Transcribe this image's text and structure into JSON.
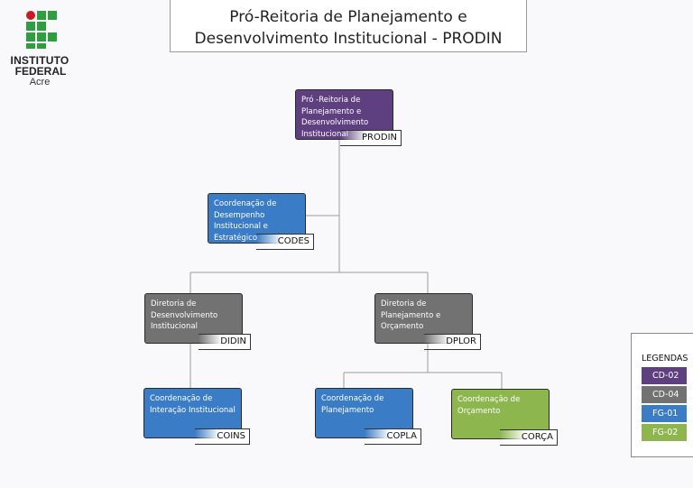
{
  "header": {
    "title_line1": "Pró-Reitoria de Planejamento e",
    "title_line2": "Desenvolvimento Institucional - PRODIN"
  },
  "logo": {
    "name_line1": "INSTITUTO",
    "name_line2": "FEDERAL",
    "campus": "Acre"
  },
  "nodes": {
    "prodin": {
      "name": "Pró -Reitoria de Planejamento e Desenvolvimento Institucional",
      "acronym": "PRODIN",
      "category": "CD-02"
    },
    "codes": {
      "name": "Coordenação de Desempenho Institucional e Estratégico",
      "acronym": "CODES",
      "category": "FG-01"
    },
    "didin": {
      "name": "Diretoria de Desenvolvimento Institucional",
      "acronym": "DIDIN",
      "category": "CD-04"
    },
    "dplor": {
      "name": "Diretoria de Planejamento e Orçamento",
      "acronym": "DPLOR",
      "category": "CD-04"
    },
    "coins": {
      "name": "Coordenação de Interação Institucional",
      "acronym": "COINS",
      "category": "FG-01"
    },
    "copla": {
      "name": "Coordenação de Planejamento",
      "acronym": "COPLA",
      "category": "FG-01"
    },
    "corca": {
      "name": "Coordenação de Orçamento",
      "acronym": "CORÇA",
      "category": "FG-02"
    }
  },
  "legend": {
    "title": "LEGENDAS",
    "items": [
      {
        "label": "CD-02",
        "color": "#5e3f7f"
      },
      {
        "label": "CD-04",
        "color": "#727272"
      },
      {
        "label": "FG-01",
        "color": "#3a7cc6"
      },
      {
        "label": "FG-02",
        "color": "#8db64f"
      }
    ]
  }
}
